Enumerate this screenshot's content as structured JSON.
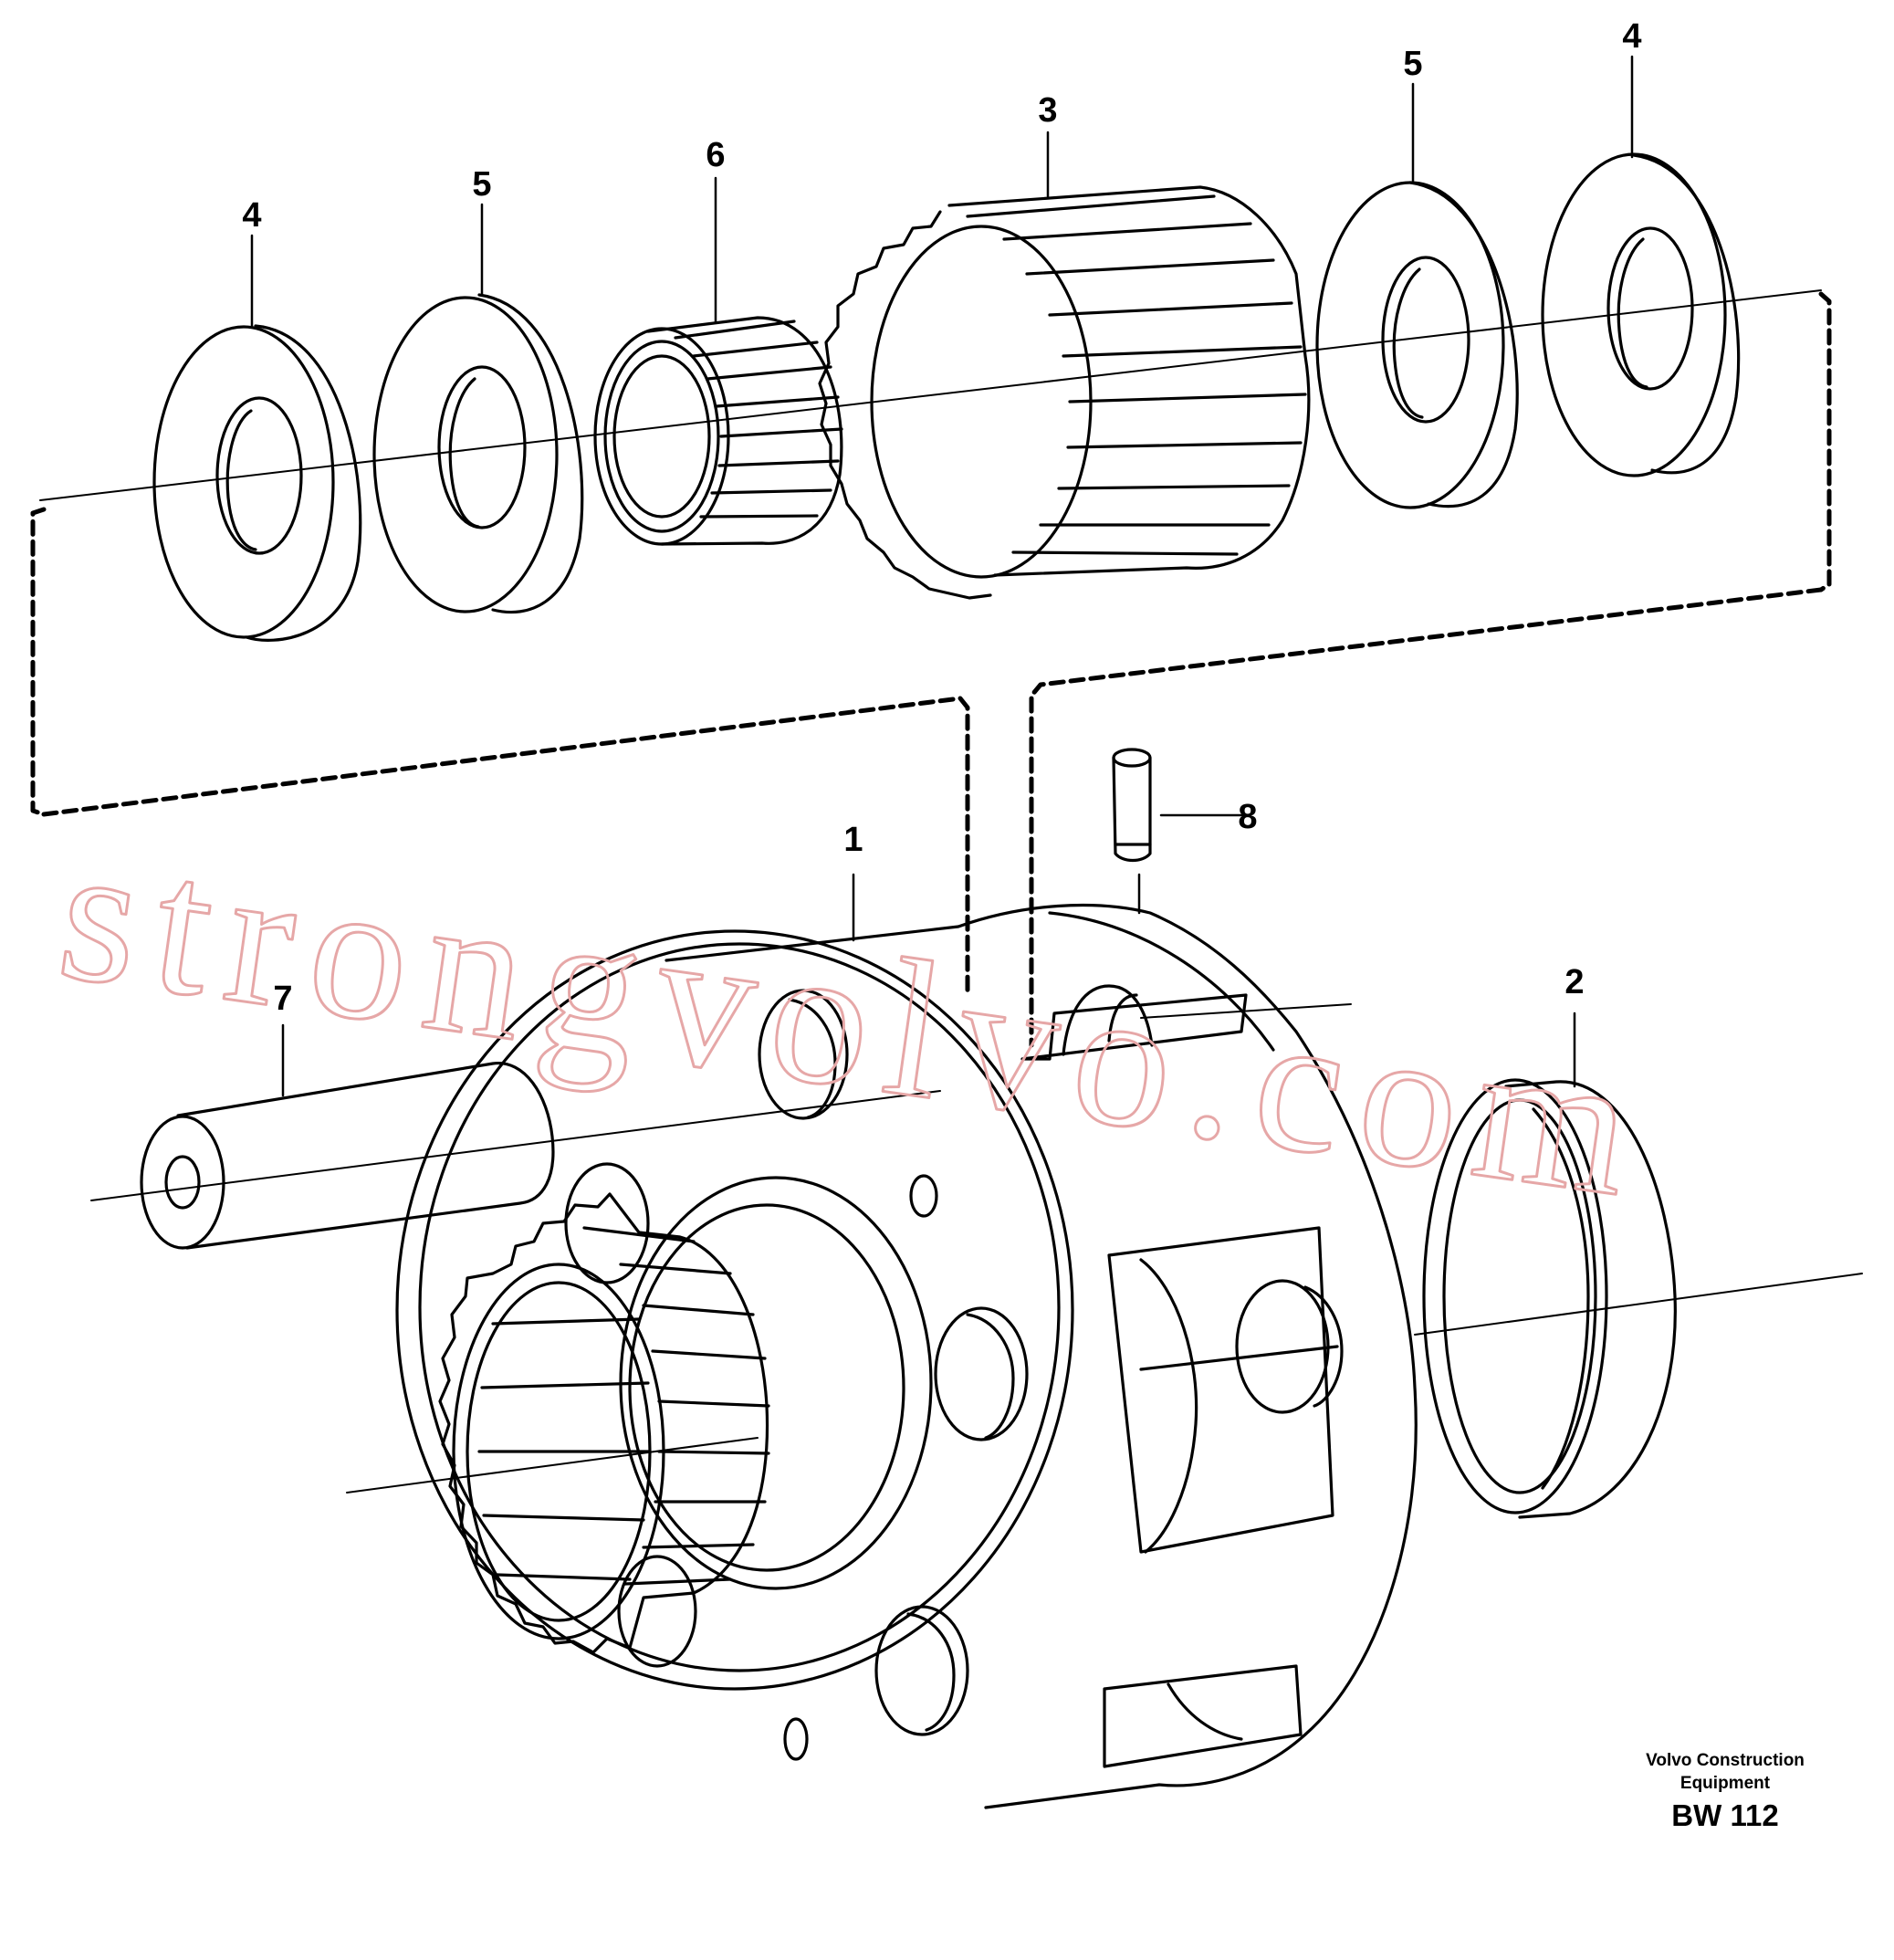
{
  "figure": {
    "callouts": {
      "c1": "1",
      "c2": "2",
      "c3": "3",
      "c4a": "4",
      "c4b": "4",
      "c5a": "5",
      "c5b": "5",
      "c6": "6",
      "c7": "7",
      "c8": "8"
    },
    "watermark": "strongvolvo.com",
    "imprint": {
      "line1": "Volvo Construction",
      "line2": "Equipment",
      "code": "BW 112"
    }
  },
  "colors": {
    "line": "#000000",
    "watermark": "#e6a7a7",
    "background": "#ffffff"
  }
}
